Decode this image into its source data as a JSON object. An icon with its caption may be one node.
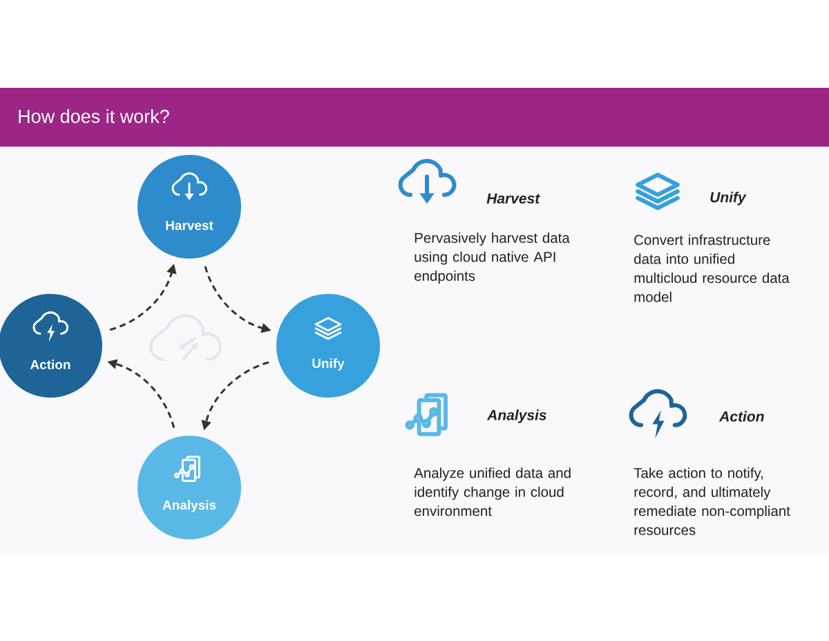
{
  "diagram": {
    "title": "How does it work?",
    "nodes": [
      {
        "text": [
          "Harvest"
        ]
      },
      {
        "text": [
          "Action"
        ]
      },
      {
        "text": [
          "Unify"
        ]
      },
      {
        "text": [
          "Analysis"
        ]
      }
    ],
    "edges": [
      {
        "from": 0,
        "to": 2,
        "arrow": "to",
        "style": "dashed"
      },
      {
        "from": 2,
        "to": 3,
        "arrow": "to",
        "style": "dashed"
      },
      {
        "from": 3,
        "to": 1,
        "arrow": "to",
        "style": "dashed"
      },
      {
        "from": 1,
        "to": 0,
        "arrow": "to",
        "style": "dashed"
      }
    ],
    "labels": [
      "Harvest",
      "Unify",
      "Pervasively harvest data using cloud native API endpoints",
      "Convert infrastructure data into unified multicloud resource data model",
      "Analysis",
      "Action",
      "Analyze unified data and identify change in cloud environment",
      "Take action to notify, record, and ultimately remediate non-compliant resources"
    ]
  }
}
